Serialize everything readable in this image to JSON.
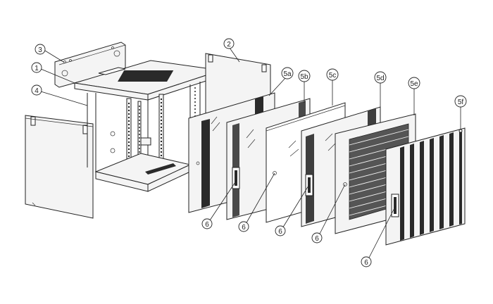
{
  "callouts": [
    {
      "id": "c1",
      "label": "1"
    },
    {
      "id": "c2",
      "label": "2"
    },
    {
      "id": "c3",
      "label": "3"
    },
    {
      "id": "c4",
      "label": "4"
    },
    {
      "id": "c5a",
      "label": "5a"
    },
    {
      "id": "c5b",
      "label": "5b"
    },
    {
      "id": "c5c",
      "label": "5c"
    },
    {
      "id": "c5d",
      "label": "5d"
    },
    {
      "id": "c5e",
      "label": "5e"
    },
    {
      "id": "c5f",
      "label": "5f"
    },
    {
      "id": "c6a",
      "label": "6"
    },
    {
      "id": "c6b",
      "label": "6"
    },
    {
      "id": "c6c",
      "label": "6"
    },
    {
      "id": "c6d",
      "label": "6"
    },
    {
      "id": "c6e",
      "label": "6"
    }
  ],
  "colors": {
    "line": "#222222",
    "panel_fill": "#f4f4f4",
    "perforation": "#2a2a2a"
  }
}
